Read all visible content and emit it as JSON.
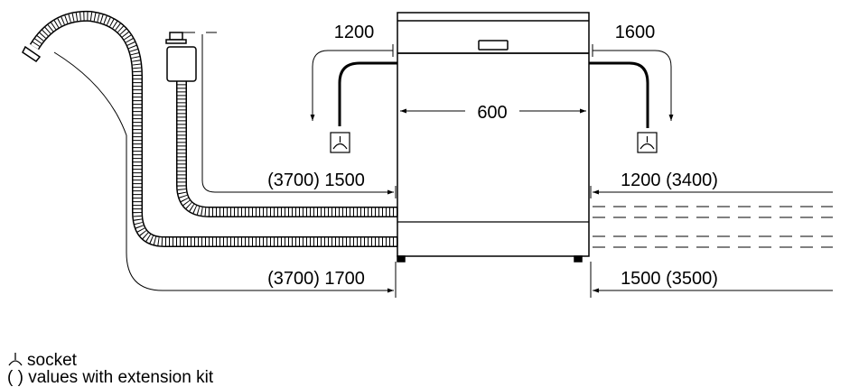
{
  "dimensions": {
    "top_left": "1200",
    "top_right": "1600",
    "width": "600",
    "left_upper": "(3700) 1500",
    "left_lower": "(3700) 1700",
    "right_upper": "1200 (3400)",
    "right_lower": "1500 (3500)"
  },
  "legend": {
    "socket": "socket",
    "extension": "( ) values with extension kit"
  },
  "icons": {
    "socket": "socket-icon",
    "arrow": "arrow-icon"
  }
}
